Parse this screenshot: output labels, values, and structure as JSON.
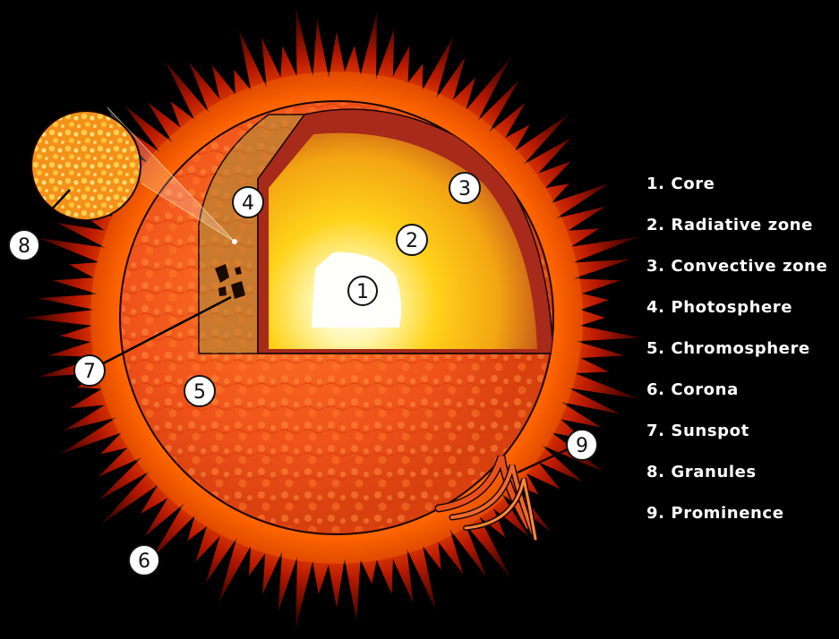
{
  "colors": {
    "background": "#000000",
    "corona_inner": "#ff8a00",
    "corona_outer": "#b51a00",
    "surface": "#f2581a",
    "photosphere": "#c97a2e",
    "convective_zone": "#a82a1a",
    "radiative_zone": "#ffd21a",
    "core": "#ffffff",
    "outline": "#1a0600",
    "callout_fill": "#ffffff",
    "legend_text": "#ffffff"
  },
  "callouts": [
    {
      "number": "1",
      "target": "core"
    },
    {
      "number": "2",
      "target": "radiative-zone"
    },
    {
      "number": "3",
      "target": "convective-zone"
    },
    {
      "number": "4",
      "target": "photosphere"
    },
    {
      "number": "5",
      "target": "chromosphere"
    },
    {
      "number": "6",
      "target": "corona"
    },
    {
      "number": "7",
      "target": "sunspot"
    },
    {
      "number": "8",
      "target": "granules"
    },
    {
      "number": "9",
      "target": "prominence"
    }
  ],
  "legend": [
    "1. Core",
    "2. Radiative zone",
    "3. Convective zone",
    "4. Photosphere",
    "5. Chromosphere",
    "6. Corona",
    "7. Sunspot",
    "8. Granules",
    "9. Prominence"
  ]
}
